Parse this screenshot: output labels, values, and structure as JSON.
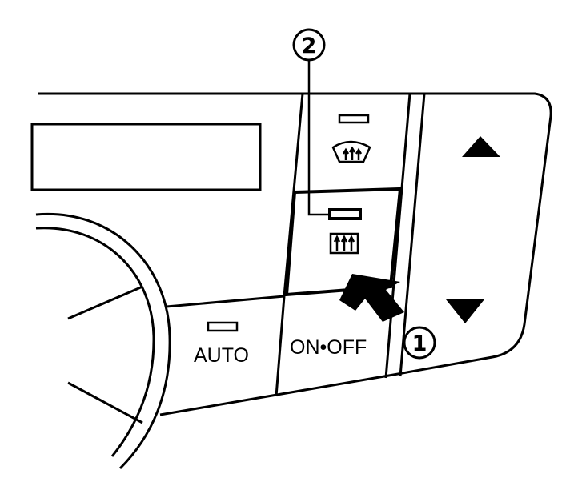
{
  "panel": {
    "auto_label": "AUTO",
    "on_off_label": "ON•OFF",
    "buttons": {
      "front_defroster": {
        "icon": "front-defroster-icon"
      },
      "rear_defroster": {
        "icon": "rear-defroster-icon"
      },
      "temp_up": {
        "icon": "up-triangle-icon"
      },
      "temp_down": {
        "icon": "down-triangle-icon"
      }
    }
  },
  "callouts": {
    "one": "1",
    "two": "2"
  },
  "pointer": {
    "icon": "press-arrow-icon"
  },
  "colors": {
    "line": "#000000",
    "background": "#ffffff"
  }
}
